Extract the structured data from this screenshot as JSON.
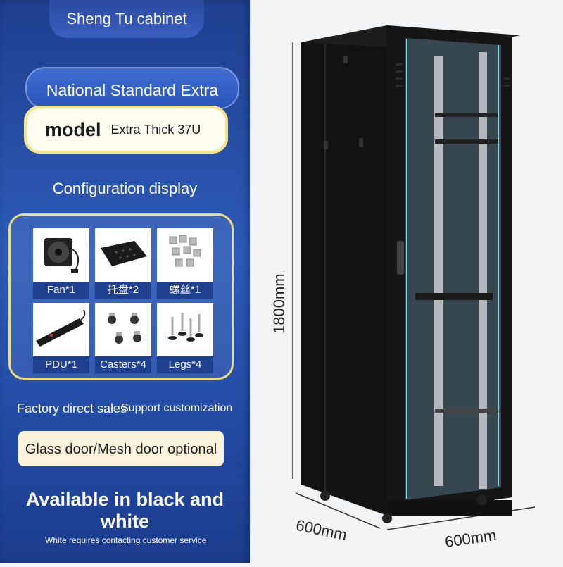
{
  "brand": "Sheng Tu cabinet",
  "standard": "National Standard Extra Thick",
  "model": {
    "label": "model",
    "value": "Extra Thick 37U"
  },
  "config_title": "Configuration display",
  "config_items": [
    {
      "label": "Fan*1",
      "icon": "fan-icon"
    },
    {
      "label": "托盘*2",
      "icon": "tray-icon"
    },
    {
      "label": "螺丝*1",
      "icon": "screws-icon"
    },
    {
      "label": "PDU*1",
      "icon": "pdu-icon"
    },
    {
      "label": "Casters*4",
      "icon": "casters-icon"
    },
    {
      "label": "Legs*4",
      "icon": "legs-icon"
    }
  ],
  "factory": "Factory direct sales",
  "support": "Support customization",
  "door_option": "Glass door/Mesh door optional",
  "colors_available": "Available in black and white",
  "note": "White requires contacting customer service",
  "dimensions": {
    "height": "1800mm",
    "depth": "600mm",
    "width": "600mm"
  },
  "colors": {
    "panel": "#2d5bb8",
    "accent_border": "#f1dc7a",
    "cabinet": "#161616"
  }
}
